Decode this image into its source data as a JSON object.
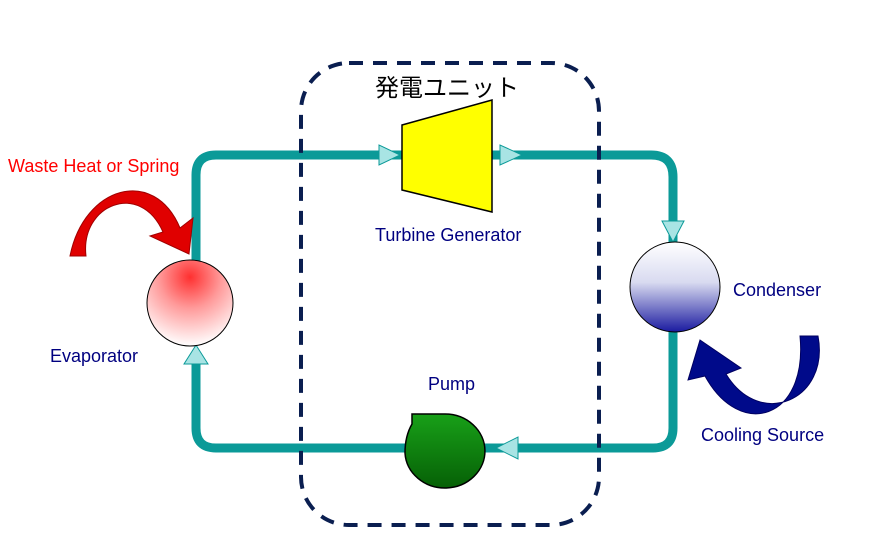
{
  "unit_title": "発電ユニット",
  "labels": {
    "heat_source": "Waste Heat or Spring",
    "turbine": "Turbine Generator",
    "condenser": "Condenser",
    "evaporator": "Evaporator",
    "pump": "Pump",
    "cooling": "Cooling Source"
  },
  "colors": {
    "pipe": "#0b9a98",
    "arrow_fill": "#a8e4e4",
    "heat_label": "#ff0000",
    "heat_arrow": "#e00000",
    "component_label": "#000080",
    "cooling_arrow": "#000a8a",
    "turbine_fill": "#ffff00",
    "pump_fill": "#0a7a0a",
    "dashed_border": "#0a1e50"
  }
}
